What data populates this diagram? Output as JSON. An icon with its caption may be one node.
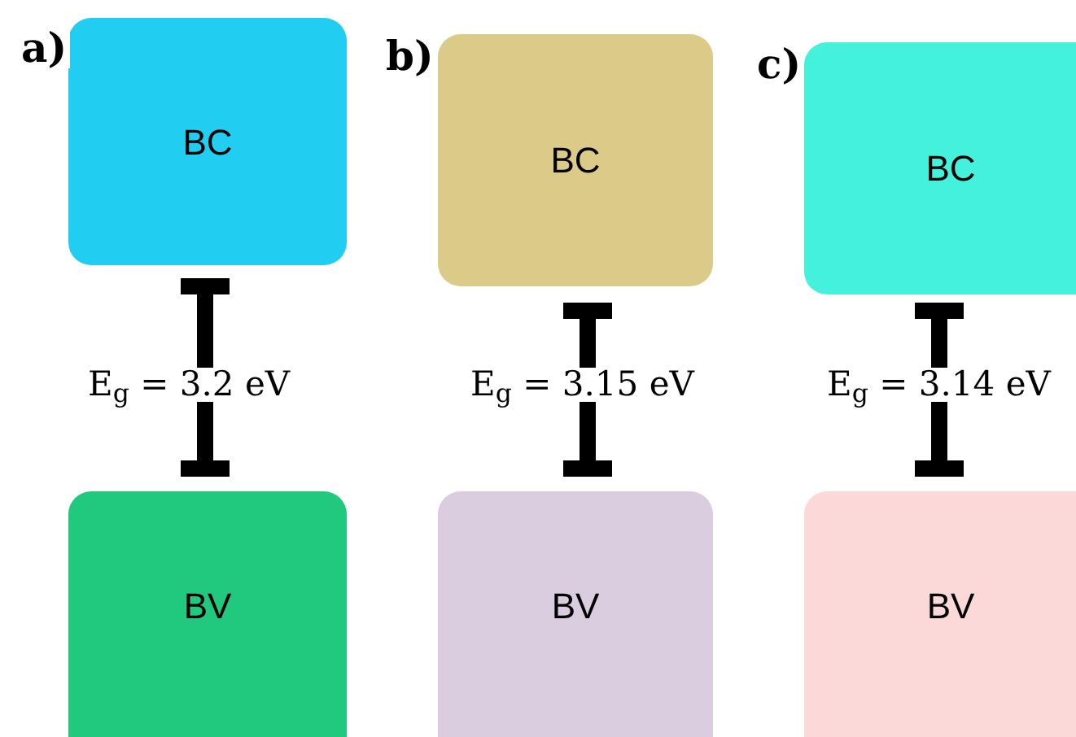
{
  "diagram": {
    "nodes": [
      {
        "text": [
          "BC"
        ]
      },
      {
        "text": [
          "BV"
        ]
      },
      {
        "text": [
          "BC"
        ]
      },
      {
        "text": [
          "BV"
        ]
      },
      {
        "text": [
          "BC"
        ]
      },
      {
        "text": [
          "BV"
        ]
      }
    ],
    "labels": [
      "a)",
      "b)",
      "c)",
      "E$_{g}$ = 3.2 eV",
      "E$_{g}$ = 3.15 eV",
      "E$_{g}$ = 3.14 eV"
    ]
  }
}
